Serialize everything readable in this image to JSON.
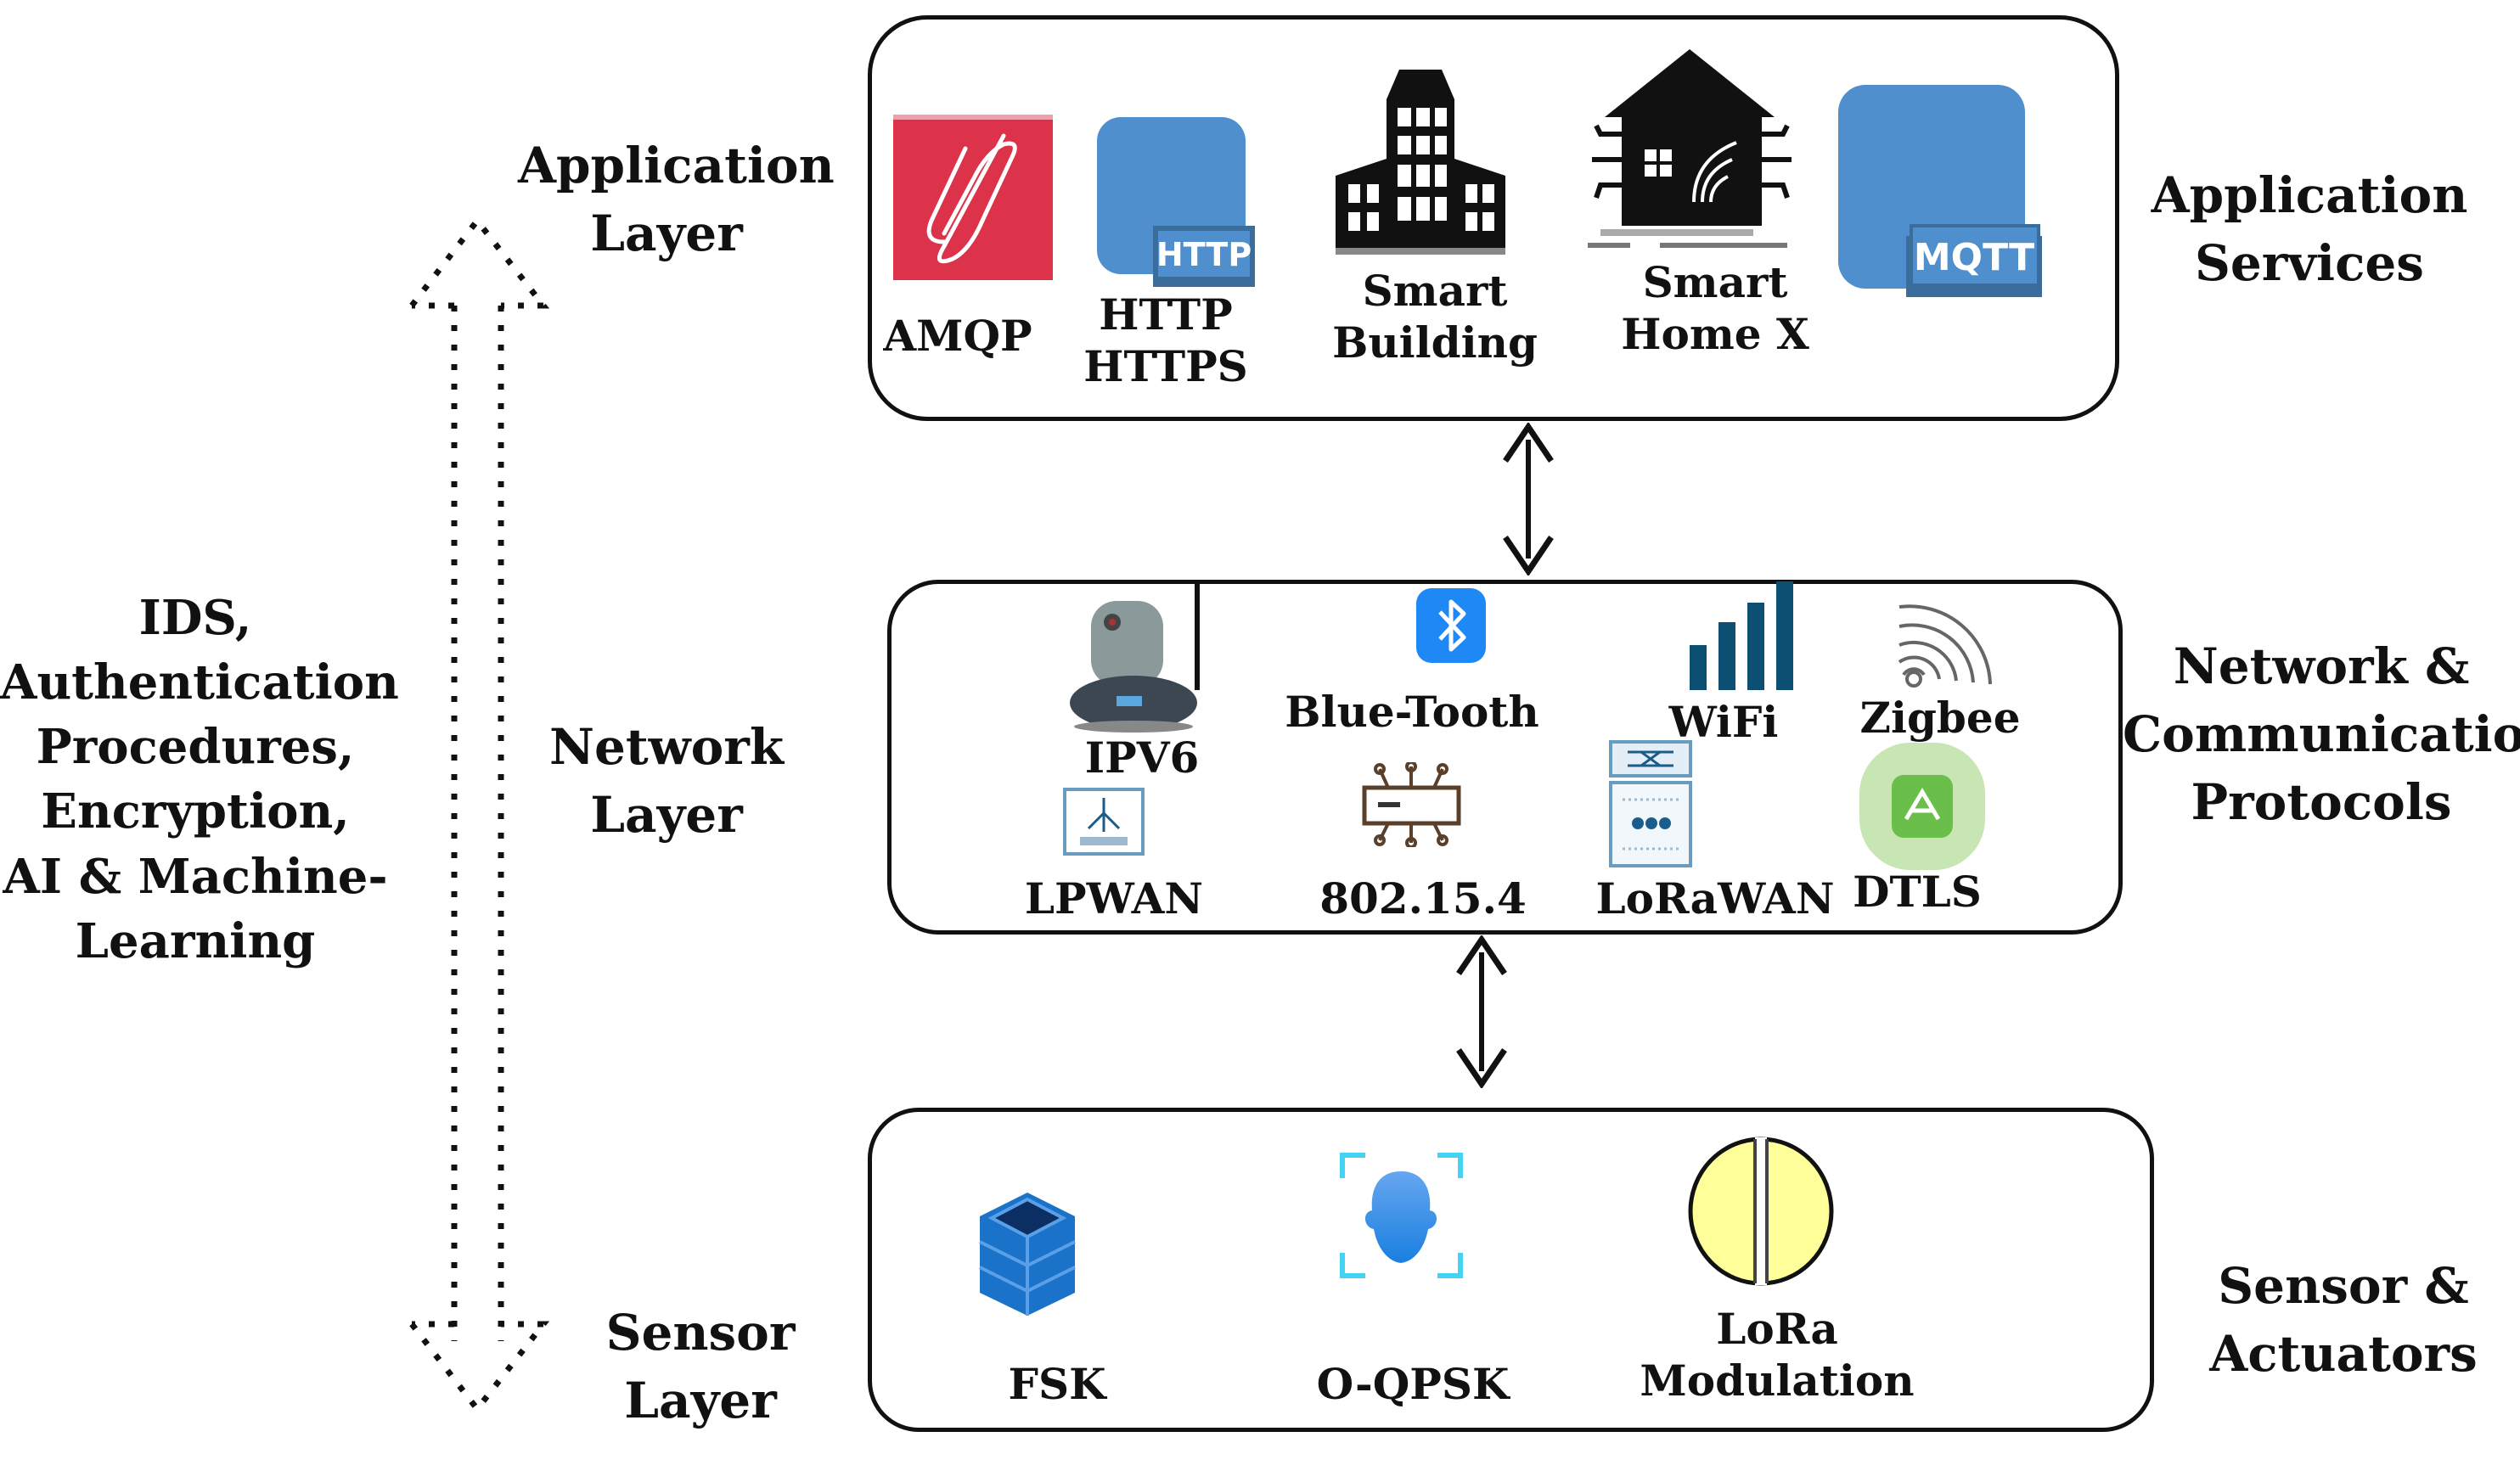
{
  "security_label": [
    "IDS,",
    "Authentication",
    "Procedures,",
    "Encryption,",
    "AI & Machine-",
    "Learning"
  ],
  "layer_labels": {
    "application": [
      "Application",
      "Layer"
    ],
    "network": [
      "Network",
      "Layer"
    ],
    "sensor": [
      "Sensor",
      "Layer"
    ]
  },
  "right_labels": {
    "application": [
      "Application",
      "Services"
    ],
    "network": [
      "Network &",
      "Communication",
      "Protocols"
    ],
    "sensor": [
      "Sensor &",
      "Actuators"
    ]
  },
  "application_box": {
    "items": [
      {
        "icon": "amqp-icon",
        "label": [
          "AMQP"
        ]
      },
      {
        "icon": "http-icon",
        "badge": "HTTP",
        "label": [
          "HTTP",
          "HTTPS"
        ]
      },
      {
        "icon": "smart-building-icon",
        "label": [
          "Smart",
          "Building"
        ]
      },
      {
        "icon": "smart-home-icon",
        "label": [
          "Smart",
          "Home X"
        ]
      },
      {
        "icon": "mqtt-icon",
        "badge": "MQTT",
        "label": []
      }
    ]
  },
  "network_box": {
    "items": [
      {
        "icon": "ip-camera-icon",
        "label": "IPV6"
      },
      {
        "icon": "bluetooth-icon",
        "label": "Blue-Tooth"
      },
      {
        "icon": "wifi-signal-icon",
        "label": "WiFi"
      },
      {
        "icon": "zigbee-signal-icon",
        "label": "Zigbee"
      },
      {
        "icon": "lpwan-icon",
        "label": "LPWAN"
      },
      {
        "icon": "chip-icon",
        "label": "802.15.4"
      },
      {
        "icon": "lorawan-icon",
        "label": "LoRaWAN"
      },
      {
        "icon": "dtls-icon",
        "label": "DTLS"
      }
    ]
  },
  "sensor_box": {
    "items": [
      {
        "icon": "fsk-cube-stack-icon",
        "label": [
          "FSK"
        ]
      },
      {
        "icon": "oqpsk-face-scan-icon",
        "label": [
          "O-QPSK"
        ]
      },
      {
        "icon": "lora-modulation-icon",
        "label": [
          "LoRa",
          "Modulation"
        ]
      }
    ]
  },
  "colors": {
    "amqp_red": "#dc324a",
    "proto_blue": "#4f8fcd",
    "proto_blue_dark": "#3a6c9c",
    "bluetooth_blue": "#1e88f5",
    "wifi_teal": "#0c4f73",
    "dtls_green": "#6abf4b",
    "lora_yellow": "#ffff99"
  }
}
